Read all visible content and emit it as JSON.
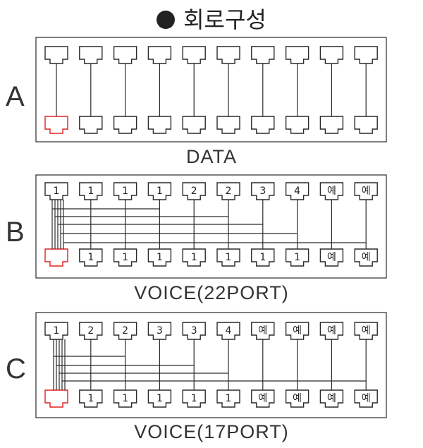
{
  "title": "회로구성",
  "colors": {
    "line": "#2a2a2a",
    "highlight": "#e02020"
  },
  "panels": [
    {
      "id": "a",
      "letter": "A",
      "caption": "DATA",
      "top_labels": [
        "",
        "",
        "",
        "",
        "",
        "",
        "",
        "",
        "",
        ""
      ],
      "bottom_labels": [
        "",
        "",
        "",
        "",
        "",
        "",
        "",
        "",
        "",
        ""
      ],
      "red_bottom": 0
    },
    {
      "id": "b",
      "letter": "B",
      "caption": "VOICE(22PORT)",
      "top_labels": [
        "1",
        "1",
        "1",
        "1",
        "2",
        "2",
        "3",
        "4",
        "예",
        "예"
      ],
      "bottom_labels": [
        "",
        "1",
        "1",
        "1",
        "1",
        "1",
        "1",
        "1",
        "예",
        "예"
      ],
      "red_bottom": 0
    },
    {
      "id": "c",
      "letter": "C",
      "caption": "VOICE(17PORT)",
      "top_labels": [
        "1",
        "2",
        "2",
        "3",
        "3",
        "4",
        "예",
        "예",
        "예",
        "예"
      ],
      "bottom_labels": [
        "",
        "1",
        "1",
        "1",
        "1",
        "1",
        "예",
        "예",
        "예",
        "예"
      ],
      "red_bottom": 0
    }
  ]
}
